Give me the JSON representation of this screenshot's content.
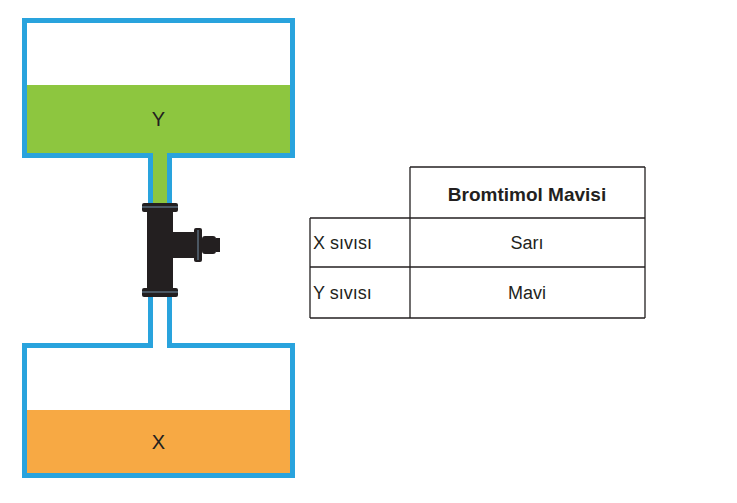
{
  "diagram": {
    "nodes": [
      {
        "text": [
          "Y"
        ]
      },
      {
        "text": [
          "X"
        ]
      }
    ],
    "edges": [
      {
        "from": 0,
        "to": 1,
        "arrow": "none"
      }
    ],
    "labels": [
      "Bromtimol Mavisi",
      "X sıvısı",
      "Sarı",
      "Y sıvısı",
      "Mavi"
    ]
  }
}
